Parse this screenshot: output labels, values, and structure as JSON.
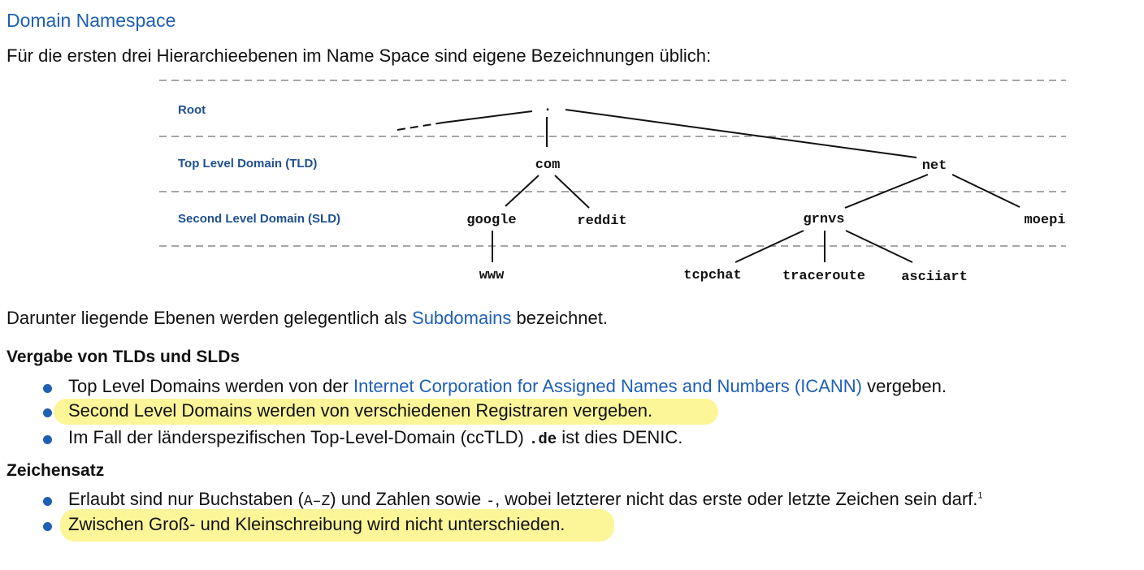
{
  "section": {
    "title": "Domain Namespace",
    "intro": "Für die ersten drei Hierarchieebenen im Name Space sind eigene Bezeichnungen üblich:"
  },
  "diagram": {
    "levels": [
      "Root",
      "Top Level Domain (TLD)",
      "Second Level Domain (SLD)"
    ],
    "nodes": {
      "root": ".",
      "com": "com",
      "net": "net",
      "google": "google",
      "reddit": "reddit",
      "grnvs": "grnvs",
      "moepi": "moepi",
      "www": "www",
      "tcpchat": "tcpchat",
      "traceroute": "traceroute",
      "asciiart": "asciiart"
    }
  },
  "subdomains_para": {
    "before": "Darunter liegende Ebenen werden gelegentlich als ",
    "link": "Subdomains",
    "after": " bezeichnet."
  },
  "vergabe": {
    "title": "Vergabe von TLDs und SLDs",
    "item1_before": "Top Level Domains werden von der ",
    "item1_link": "Internet Corporation for Assigned Names and Numbers (ICANN)",
    "item1_after": " vergeben.",
    "item2": "Second Level Domains werden von verschiedenen Registraren vergeben.",
    "item3_before": "Im Fall der länderspezifischen Top-Level-Domain (ccTLD) ",
    "item3_code": ".de",
    "item3_after": " ist dies DENIC."
  },
  "zeichensatz": {
    "title": "Zeichensatz",
    "item1_before": "Erlaubt sind nur Buchstaben (",
    "item1_range": "A–Z",
    "item1_mid": ") und Zahlen sowie ",
    "item1_dash": "-",
    "item1_after": ", wobei letzterer nicht das erste oder letzte Zeichen sein darf.",
    "item1_footnote": "1",
    "item2": "Zwischen Groß- und Kleinschreibung wird nicht unterschieden."
  },
  "colors": {
    "link": "#1f5fb4",
    "level_label": "#1f4f8f",
    "highlight": "#fbf487"
  }
}
